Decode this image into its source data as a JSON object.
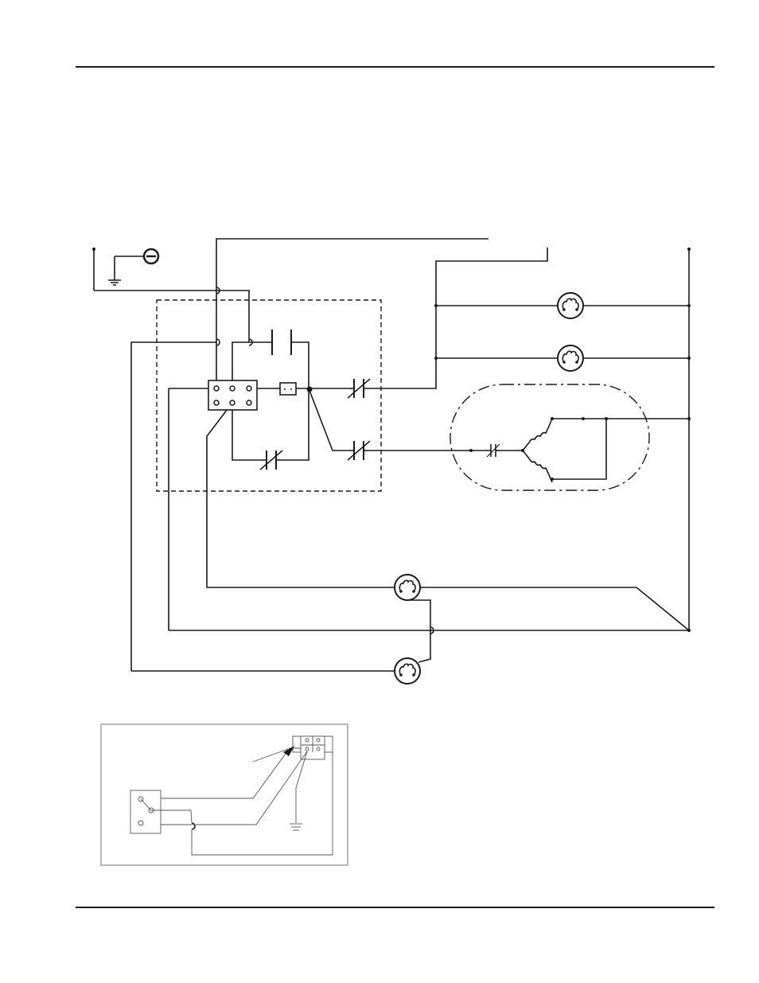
{
  "page": {
    "header_rule": true,
    "footer_rule": true
  },
  "colors": {
    "ink": "#1a1a1a",
    "inset_border": "#8a8a8a",
    "background": "#ffffff"
  },
  "diagram": {
    "main_schematic": {
      "components": [
        "ground-terminal-icon",
        "pilot-light-icon",
        "heater-lamp-icon",
        "control-relay-box",
        "relay-contact-icon",
        "overload-icon",
        "motor-enclosure",
        "motor-winding-icon",
        "capacitor-icon"
      ]
    },
    "inset_wiring": {
      "components": [
        "switch-block",
        "terminal-block",
        "ground-symbol-icon",
        "pointer-arrow-icon"
      ]
    }
  }
}
